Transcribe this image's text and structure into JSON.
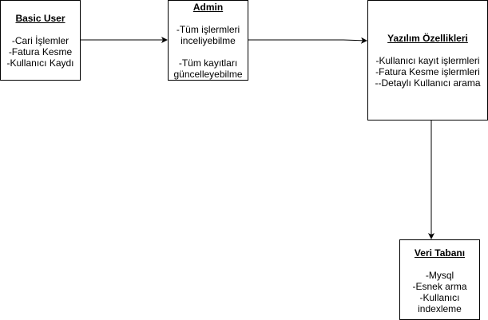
{
  "boxes": {
    "basic_user": {
      "title": "Basic User",
      "lines": [
        "-Cari İşlemler",
        "-Fatura Kesme",
        "-Kullanıcı Kaydı"
      ]
    },
    "admin": {
      "title": "Admin",
      "lines": [
        "-Tüm işlermleri",
        "inceliyebilme",
        "-Tüm kayıtları",
        "güncelleyebilme"
      ]
    },
    "software_features": {
      "title": "Yazılım Özellikleri",
      "lines": [
        "-Kullanıcı kayıt işlermleri",
        "-Fatura Kesme işlermleri",
        "--Detaylı Kullanıcı arama"
      ]
    },
    "database": {
      "title": "Veri Tabanı",
      "lines": [
        "-Mysql",
        "-Esnek arma",
        "-Kullanıcı",
        "indexleme"
      ]
    }
  },
  "connectors": [
    {
      "from": "Basic User",
      "to": "Admin"
    },
    {
      "from": "Admin",
      "to": "Yazılım Özellikleri"
    },
    {
      "from": "Yazılım Özellikleri",
      "to": "Veri Tabanı"
    }
  ],
  "colors": {
    "stroke": "#000000",
    "fill": "#ffffff"
  }
}
